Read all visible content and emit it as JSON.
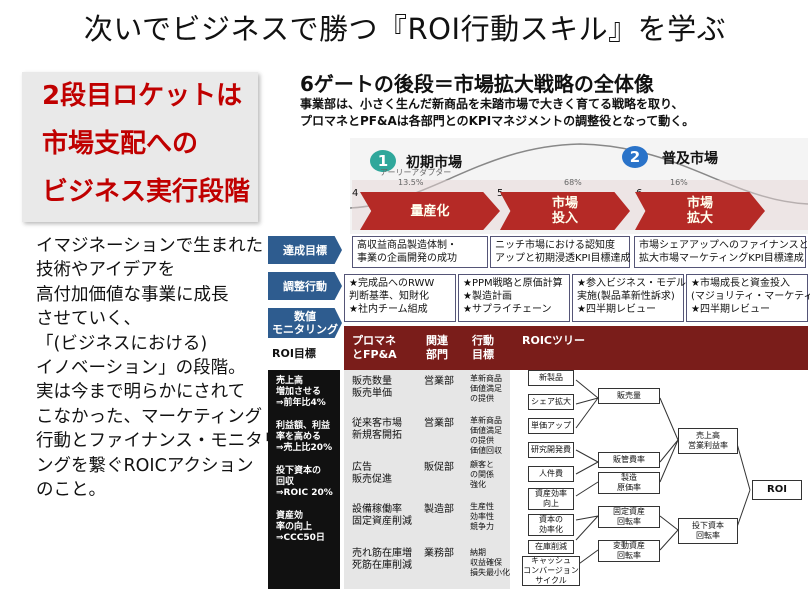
{
  "title": "次いでビジネスで勝つ『ROI行動スキル』を学ぶ",
  "rocket": {
    "line1": "2段目ロケットは",
    "line2": "市場支配への",
    "line3": "ビジネス実行段階"
  },
  "description": [
    "イマジネーションで生まれた",
    "技術やアイデアを",
    "高付加価値な事業に成長",
    "させていく、",
    "「(ビジネスにおける)",
    "イノベーション」の段階。",
    "実は今まで明らかにされて",
    "こなかった、マーケティング",
    "行動とファイナンス・モニタリ",
    "ングを繋ぐROICアクション",
    "のこと。"
  ],
  "heading": "6ゲートの後段＝市場拡大戦略の全体像",
  "subtext": [
    "事業部は、小さく生んだ新商品を未踏市場で大きく育てる戦略を取り、",
    "プロマネとPF&Aは各部門とのKPIマネジメントの調整役となって動く。"
  ],
  "diagram": {
    "phase1_num": "1",
    "phase1": "初期市場",
    "phase2_num": "2",
    "phase2": "普及市場",
    "phase1_note": "13.5%",
    "phase1_note2": "アーリーアダプター",
    "mid_note": "68%",
    "right_note": "16%",
    "gates": [
      "4",
      "5",
      "6"
    ],
    "arrows": [
      "量産化",
      "市場\n投入",
      "市場\n拡大"
    ]
  },
  "labels": {
    "goal": "達成目標",
    "action": "調整行動",
    "monitor": "数値\nモニタリング",
    "roi": "ROI目標"
  },
  "goals": [
    [
      "高収益商品製造体制・",
      "事業の企画開発の成功"
    ],
    [
      "ニッチ市場における認知度",
      "アップと初期浸透KPI目標達成"
    ],
    [
      "市場シェアアップへのファイナンスと",
      "拡大市場マーケティングKPI目標達成"
    ]
  ],
  "actions": [
    [
      "★完成品へのRWW",
      "判断基準、知財化",
      "★社内チーム組成"
    ],
    [
      "★PPM戦略と原価計算",
      "★製造計画",
      "★サプライチェーン"
    ],
    [
      "★参入ビジネス・モデル",
      "実施(製品革新性訴求)",
      "★四半期レビュー"
    ],
    [
      "★市場成長と資金投入",
      "(マジョリティ・マーケティング)",
      "★四半期レビュー"
    ]
  ],
  "table_header": {
    "col1": "プロマネ\nとFP&A",
    "col2": "関連\n部門",
    "col3": "行動\n目標",
    "col4": "ROICツリー"
  },
  "side_items": [
    [
      "売上高",
      "増加させる",
      "⇒前年比4%"
    ],
    [
      "利益額、利益",
      "率を高める",
      "⇒売上比20%"
    ],
    [
      "投下資本の",
      "回収",
      "⇒ROIC 20%"
    ],
    [
      "資産効",
      "率の向上",
      "⇒CCC50日"
    ]
  ],
  "rows": [
    {
      "pm": [
        "販売数量",
        "販売単価"
      ],
      "dept": "営業部",
      "goal": [
        "革新商品",
        "価値満足",
        "の提供"
      ]
    },
    {
      "pm": [
        "従来客市場",
        "新規客開拓"
      ],
      "dept": "営業部",
      "goal": [
        "革新商品",
        "価値満足",
        "の提供",
        "価値回収"
      ]
    },
    {
      "pm": [
        "広告",
        "販売促進"
      ],
      "dept": "販促部",
      "goal": [
        "顧客と",
        "の関係",
        "強化"
      ]
    },
    {
      "pm": [
        "設備稼働率",
        "固定資産削減"
      ],
      "dept": "製造部",
      "goal": [
        "生産性",
        "効率性",
        "競争力"
      ]
    },
    {
      "pm": [
        "売れ筋在庫増",
        "死筋在庫削減"
      ],
      "dept": "業務部",
      "goal": [
        "納期",
        "収益確保",
        "損失最小化"
      ]
    }
  ],
  "roic_tree": {
    "leaves": [
      "新製品",
      "シェア拡大",
      "単価アップ",
      "研究開発費",
      "人件費",
      "資産効率\n向上",
      "資本の\n効率化",
      "在庫削減",
      "キャッシュ\nコンバージョン\nサイクル"
    ],
    "mid": [
      "販売量",
      "販管費率",
      "製造\n原価率",
      "固定資産\n回転率",
      "変動資産\n回転率"
    ],
    "upper": [
      "売上高\n営業利益率",
      "投下資本\n回転率"
    ],
    "root": "ROI"
  }
}
